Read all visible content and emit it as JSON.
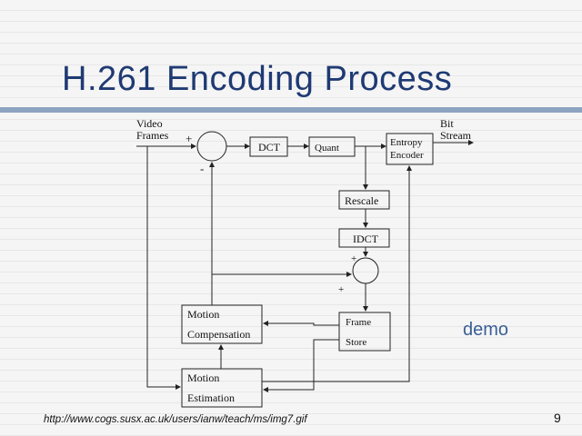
{
  "slide": {
    "title": "H.261 Encoding Process",
    "demo_link": "demo",
    "source_url": "http://www.cogs.susx.ac.uk/users/ianw/teach/ms/img7.gif",
    "page_number": "9"
  },
  "diagram": {
    "input_label_line1": "Video",
    "input_label_line2": "Frames",
    "output_label_line1": "Bit",
    "output_label_line2": "Stream",
    "blocks": {
      "dct": "DCT",
      "quant": "Quant",
      "entropy_line1": "Entropy",
      "entropy_line2": "Encoder",
      "rescale": "Rescale",
      "idct": "IDCT",
      "frame_store_line1": "Frame",
      "frame_store_line2": "Store",
      "motion_comp_line1": "Motion",
      "motion_comp_line2": "Compensation",
      "motion_est_line1": "Motion",
      "motion_est_line2": "Estimation"
    },
    "signs": {
      "subtract_plus": "+",
      "subtract_minus": "-",
      "add_plus_top": "+",
      "add_plus_left": "+"
    }
  },
  "colors": {
    "title": "#1f3a73",
    "rule": "#8fa4c2",
    "demo_link": "#3a5e96"
  }
}
